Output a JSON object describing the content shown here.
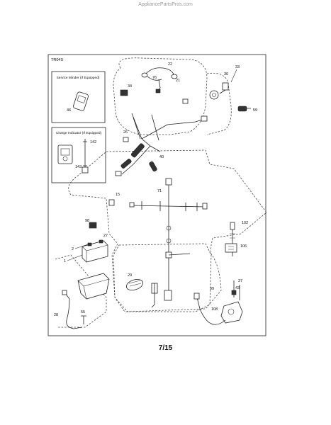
{
  "watermark": "AppliancePartsPros.com",
  "page_number": "7/15",
  "diagram": {
    "code": "TR04S",
    "boxes": {
      "service_minder": "Service Minder (If Equipped)",
      "charge_indicator": "Charge Indicator (If Equipped)"
    },
    "callouts": {
      "c22": "22",
      "c76": "76",
      "c21": "21",
      "c30": "30",
      "c33": "33",
      "c34": "34",
      "c46": "46",
      "c59": "59",
      "c26": "26",
      "c40": "40",
      "c142": "142",
      "c143": "143",
      "c15": "15",
      "c71": "71",
      "c98": "98",
      "c27": "27",
      "c2": "2",
      "c1": "1",
      "c102": "102",
      "c106": "106",
      "c29": "29",
      "c99": "99",
      "c37": "37",
      "c43": "43",
      "c28": "28",
      "c55": "55",
      "c108": "108"
    }
  }
}
